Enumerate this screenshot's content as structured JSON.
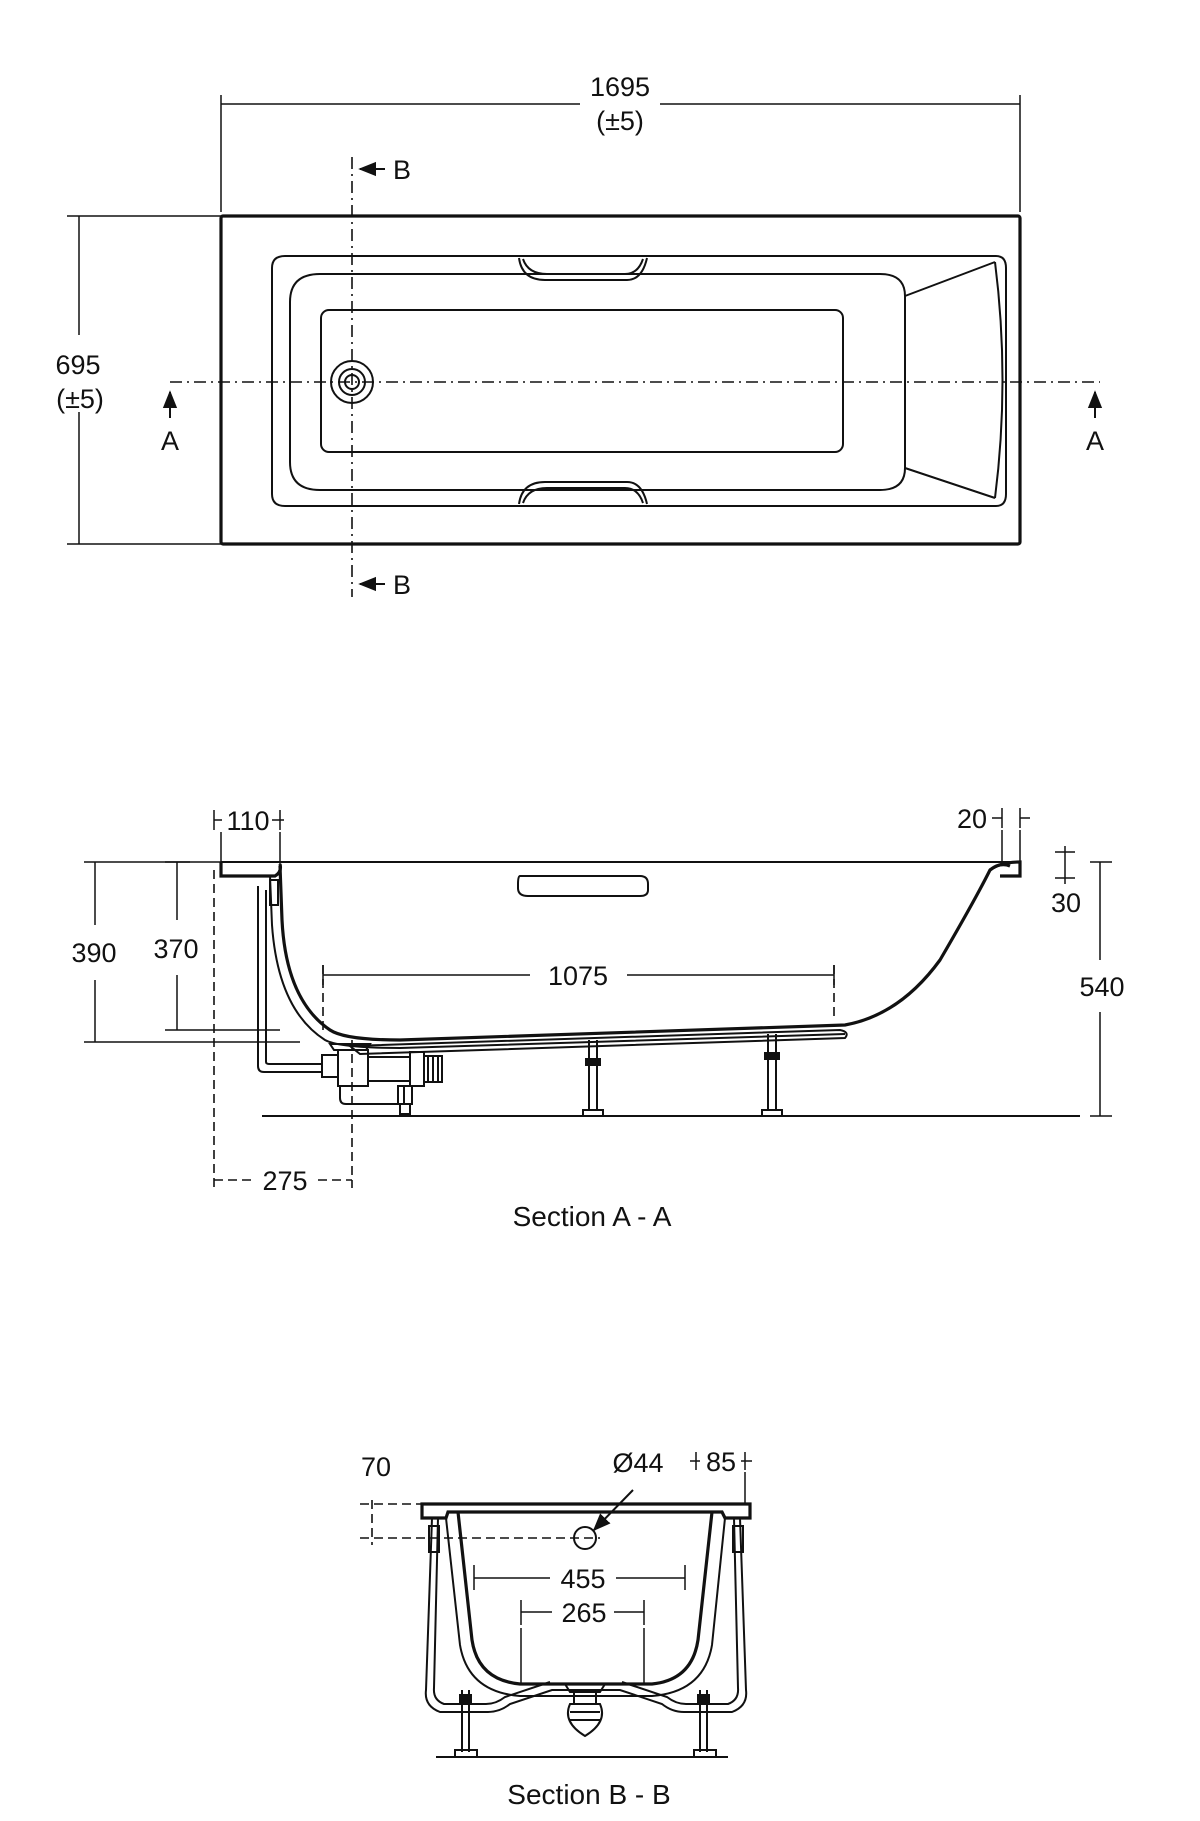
{
  "plan": {
    "length_value": "1695",
    "length_tolerance": "(±5)",
    "width_value": "695",
    "width_tolerance": "(±5)",
    "section_a_marker": "A",
    "section_b_marker": "B"
  },
  "section_a": {
    "title": "Section A - A",
    "dim_rim_left": "110",
    "dim_rim_right": "20",
    "dim_rim_thickness": "30",
    "dim_depth_outer": "390",
    "dim_depth_inner": "370",
    "dim_base_length": "1075",
    "dim_total_height": "540",
    "dim_waste_offset": "275"
  },
  "section_b": {
    "title": "Section B - B",
    "dim_overflow_height": "70",
    "dim_overflow_diameter": "Ø44",
    "dim_rim_width": "85",
    "dim_inner_width_outer": "455",
    "dim_inner_width_inner": "265"
  }
}
